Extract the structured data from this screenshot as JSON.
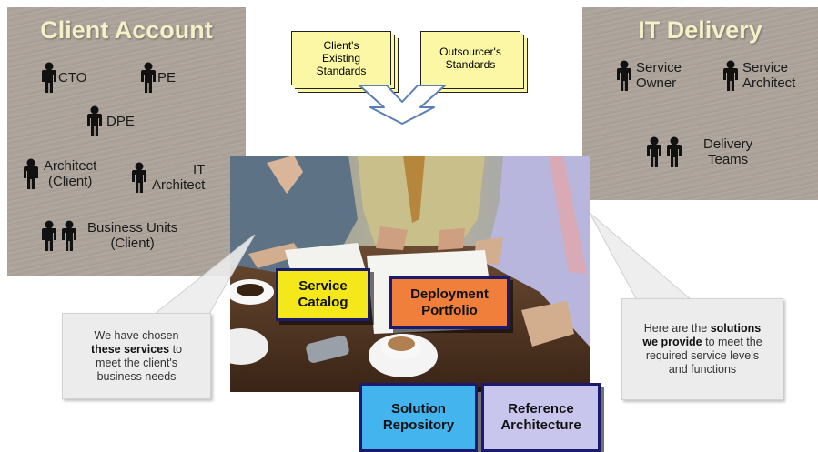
{
  "client_panel": {
    "title": "Client Account",
    "roles": {
      "cto": "CTO",
      "pe": "PE",
      "dpe": "DPE",
      "architect_client": "Architect\n(Client)",
      "it_architect": "IT\nArchitect",
      "business_units": "Business Units\n(Client)"
    }
  },
  "it_panel": {
    "title": "IT Delivery",
    "roles": {
      "service_owner": "Service\nOwner",
      "service_architect": "Service\nArchitect",
      "delivery_teams": "Delivery\nTeams"
    }
  },
  "standards": {
    "client": "Client's\nExisting\nStandards",
    "outsourcer": "Outsourcer's\nStandards"
  },
  "cards": {
    "service_catalog": "Service\nCatalog",
    "deployment_portfolio": "Deployment\nPortfolio",
    "solution_repository": "Solution\nRepository",
    "reference_architecture": "Reference\nArchitecture"
  },
  "callouts": {
    "left": {
      "pre": "We have chosen",
      "bold": "these services",
      "post": " to meet the client's business needs"
    },
    "right": {
      "pre": "Here are the",
      "bold": "solutions we provide",
      "post": " to meet the required service levels and functions"
    }
  },
  "colors": {
    "panel_title": "#f4f0c8",
    "service_catalog": "#f4e81a",
    "deployment_portfolio": "#ef7f3a",
    "solution_repository": "#43b4ee",
    "reference_architecture": "#c9c6ee",
    "card_border": "#1a1a6e",
    "standards": "#fbf7a4"
  },
  "icons": [
    "person-icon",
    "arrow-merge-icon"
  ]
}
